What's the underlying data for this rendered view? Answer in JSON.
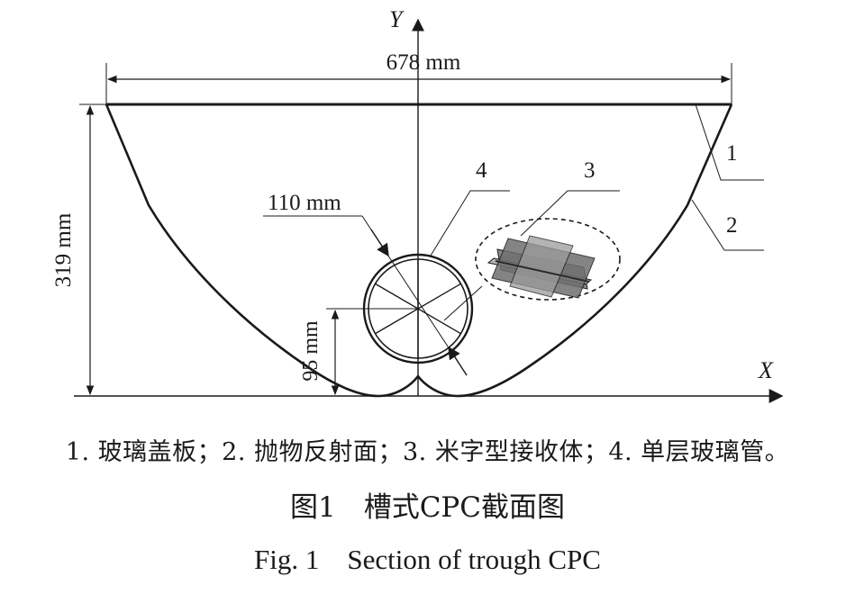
{
  "axes": {
    "x_label": "X",
    "y_label": "Y"
  },
  "dimensions": {
    "width": "678 mm",
    "height": "319 mm",
    "tube_diameter": "110 mm",
    "tube_height": "95 mm"
  },
  "callouts": [
    "1",
    "2",
    "3",
    "4"
  ],
  "legend": "1. 玻璃盖板；2. 抛物反射面；3. 米字型接收体；4. 单层玻璃管。",
  "caption_cn": "图1　槽式CPC截面图",
  "caption_en": "Fig. 1　Section of trough CPC",
  "colors": {
    "line": "#1a1a1a",
    "receiver_dark": "#555555",
    "receiver_light": "#9a9a9a"
  }
}
